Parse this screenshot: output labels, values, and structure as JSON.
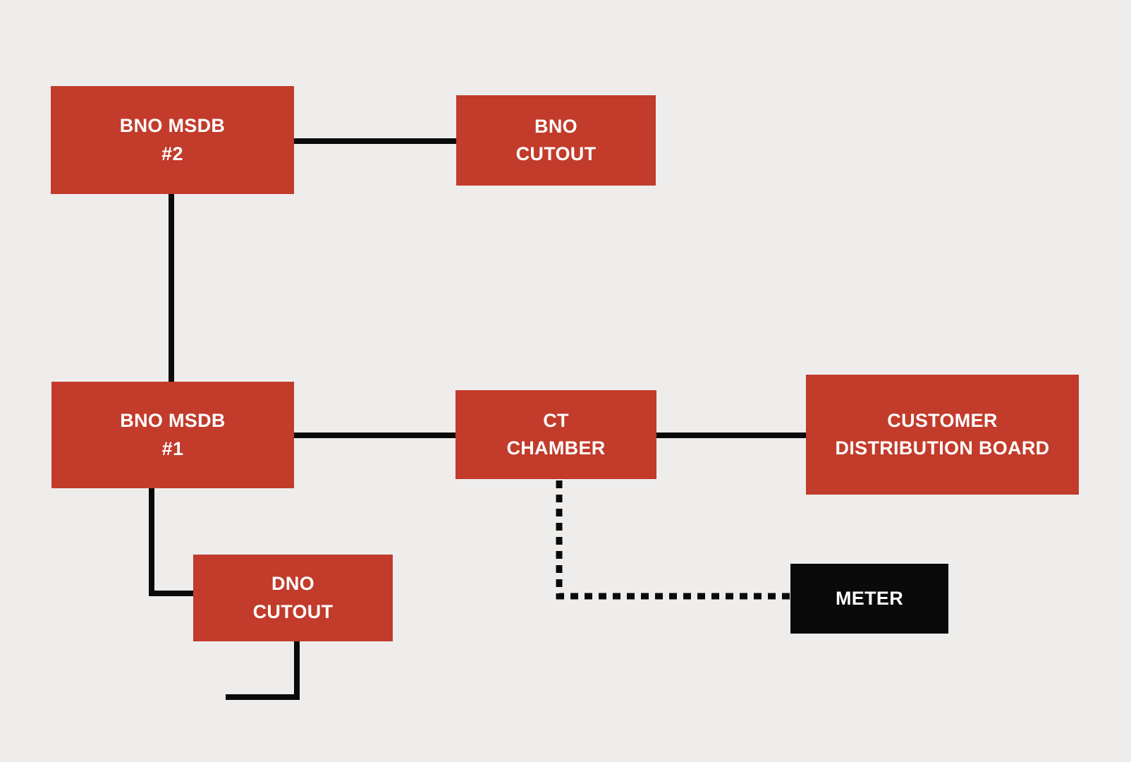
{
  "diagram_title": "",
  "colors": {
    "background": "#EEEDEC",
    "node_red": "#C23B2B",
    "node_black": "#0A0A0A",
    "wire": "#0A0A0A",
    "node_text": "#FFFFFF"
  },
  "nodes": {
    "bno_msdb_2": {
      "line1": "BNO MSDB",
      "line2": "#2"
    },
    "bno_cutout": {
      "line1": "BNO",
      "line2": "CUTOUT"
    },
    "bno_msdb_1": {
      "line1": "BNO MSDB",
      "line2": "#1"
    },
    "ct_chamber": {
      "line1": "CT",
      "line2": "CHAMBER"
    },
    "customer_distribution_board": {
      "line1": "CUSTOMER",
      "line2": "DISTRIBUTION BOARD"
    },
    "dno_cutout": {
      "line1": "DNO",
      "line2": "CUTOUT"
    },
    "meter": {
      "line1": "METER"
    }
  },
  "connections": [
    {
      "from": "BNO MSDB #2",
      "to": "BNO CUTOUT",
      "style": "solid"
    },
    {
      "from": "BNO MSDB #2",
      "to": "BNO MSDB #1",
      "style": "solid"
    },
    {
      "from": "BNO MSDB #1",
      "to": "CT CHAMBER",
      "style": "solid"
    },
    {
      "from": "CT CHAMBER",
      "to": "CUSTOMER DISTRIBUTION BOARD",
      "style": "solid"
    },
    {
      "from": "BNO MSDB #1",
      "to": "DNO CUTOUT",
      "style": "solid"
    },
    {
      "from": "DNO CUTOUT",
      "to": "open-ended-line",
      "style": "solid"
    },
    {
      "from": "CT CHAMBER",
      "to": "METER",
      "style": "dashed"
    }
  ]
}
